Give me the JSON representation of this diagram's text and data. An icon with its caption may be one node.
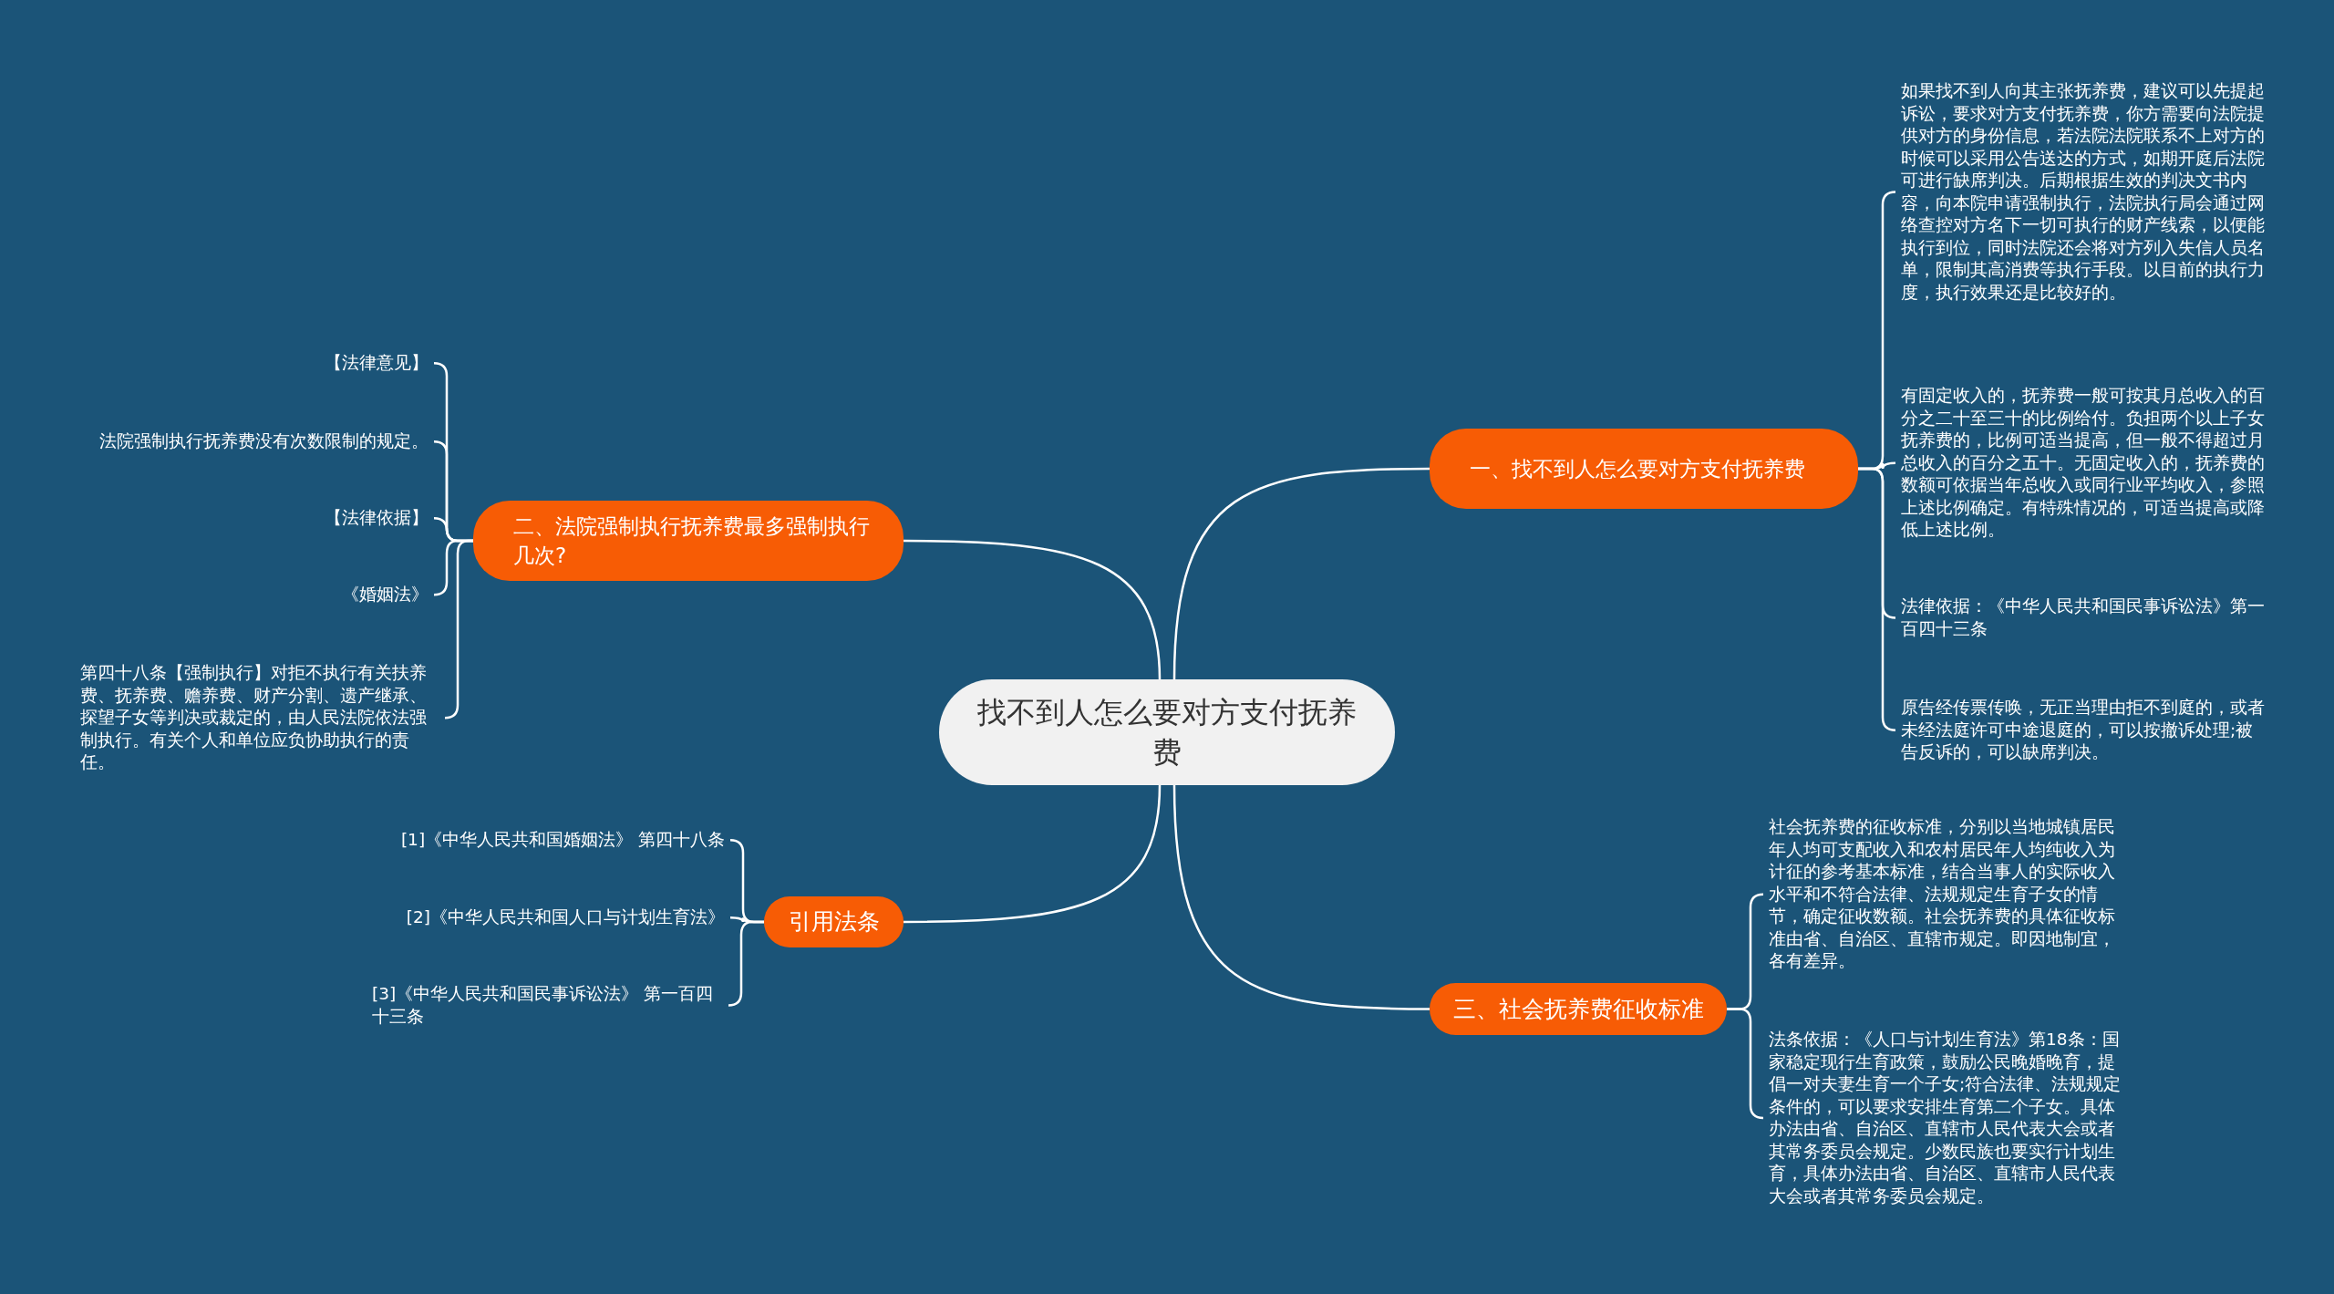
{
  "diagram": {
    "nodes": [
      {
        "text": [
          "找不到人怎么要对方支付抚养费"
        ]
      },
      {
        "text": [
          "一、找不到人怎么要对方支付抚养费"
        ]
      },
      {
        "text": [
          "如果找不到人向其主张抚养费，建议可以先提起诉讼，要求对方支付抚养费，你方需要向法院提供对方的身份信息，若法院法院联系不上对方的时候可以采用公告送达的方式，如期开庭后法院可进行缺席判决。后期根据生效的判决文书内容，向本院申请强制执行，法院执行局会通过网络查控对方名下一切可执行的财产线索，以便能执行到位，同时法院还会将对方列入失信人员名单，限制其高消费等执行手段。以目前的执行力度，执行效果还是比较好的。"
        ]
      },
      {
        "text": [
          "有固定收入的，抚养费一般可按其月总收入的百分之二十至三十的比例给付。负担两个以上子女抚养费的，比例可适当提高，但一般不得超过月总收入的百分之五十。无固定收入的，抚养费的数额可依据当年总收入或同行业平均收入，参照上述比例确定。有特殊情况的，可适当提高或降低上述比例。"
        ]
      },
      {
        "text": [
          "法律依据：《中华人民共和国民事诉讼法》第一百四十三条"
        ]
      },
      {
        "text": [
          "原告经传票传唤，无正当理由拒不到庭的，或者未经法庭许可中途退庭的，可以按撤诉处理;被告反诉的，可以缺席判决。"
        ]
      },
      {
        "text": [
          "二、法院强制执行抚养费最多强制执行几次?"
        ]
      },
      {
        "text": [
          "【法律意见】"
        ]
      },
      {
        "text": [
          "法院强制执行抚养费没有次数限制的规定。"
        ]
      },
      {
        "text": [
          "【法律依据】"
        ]
      },
      {
        "text": [
          "《婚姻法》"
        ]
      },
      {
        "text": [
          "第四十八条【强制执行】对拒不执行有关扶养费、抚养费、赡养费、财产分割、遗产继承、探望子女等判决或裁定的，由人民法院依法强制执行。有关个人和单位应负协助执行的责任。"
        ]
      },
      {
        "text": [
          "引用法条"
        ]
      },
      {
        "text": [
          "[1]《中华人民共和国婚姻法》 第四十八条"
        ]
      },
      {
        "text": [
          "[2]《中华人民共和国人口与计划生育法》"
        ]
      },
      {
        "text": [
          "[3]《中华人民共和国民事诉讼法》 第一百四十三条"
        ]
      },
      {
        "text": [
          "三、社会抚养费征收标准"
        ]
      },
      {
        "text": [
          "社会抚养费的征收标准，分别以当地城镇居民年人均可支配收入和农村居民年人均纯收入为计征的参考基本标准，结合当事人的实际收入水平和不符合法律、法规规定生育子女的情节，确定征收数额。社会抚养费的具体征收标准由省、自治区、直辖市规定。即因地制宜，各有差异。"
        ]
      },
      {
        "text": [
          "法条依据：《人口与计划生育法》第18条：国家稳定现行生育政策，鼓励公民晚婚晚育，提倡一对夫妻生育一个子女;符合法律、法规规定条件的，可以要求安排生育第二个子女。具体办法由省、自治区、直辖市人民代表大会或者其常务委员会规定。少数民族也要实行计划生育，具体办法由省、自治区、直辖市人民代表大会或者其常务委员会规定。"
        ]
      }
    ],
    "edges": [
      {
        "from": 0,
        "to": 1,
        "arrow": "none"
      },
      {
        "from": 1,
        "to": 2,
        "arrow": "none"
      },
      {
        "from": 1,
        "to": 3,
        "arrow": "none"
      },
      {
        "from": 1,
        "to": 4,
        "arrow": "none"
      },
      {
        "from": 1,
        "to": 5,
        "arrow": "none"
      },
      {
        "from": 0,
        "to": 6,
        "arrow": "none"
      },
      {
        "from": 6,
        "to": 7,
        "arrow": "none"
      },
      {
        "from": 6,
        "to": 8,
        "arrow": "none"
      },
      {
        "from": 6,
        "to": 9,
        "arrow": "none"
      },
      {
        "from": 6,
        "to": 10,
        "arrow": "none"
      },
      {
        "from": 6,
        "to": 11,
        "arrow": "none"
      },
      {
        "from": 0,
        "to": 12,
        "arrow": "none"
      },
      {
        "from": 12,
        "to": 13,
        "arrow": "none"
      },
      {
        "from": 12,
        "to": 14,
        "arrow": "none"
      },
      {
        "from": 12,
        "to": 15,
        "arrow": "none"
      },
      {
        "from": 0,
        "to": 16,
        "arrow": "none"
      },
      {
        "from": 16,
        "to": 17,
        "arrow": "none"
      },
      {
        "from": 16,
        "to": 18,
        "arrow": "none"
      }
    ]
  }
}
